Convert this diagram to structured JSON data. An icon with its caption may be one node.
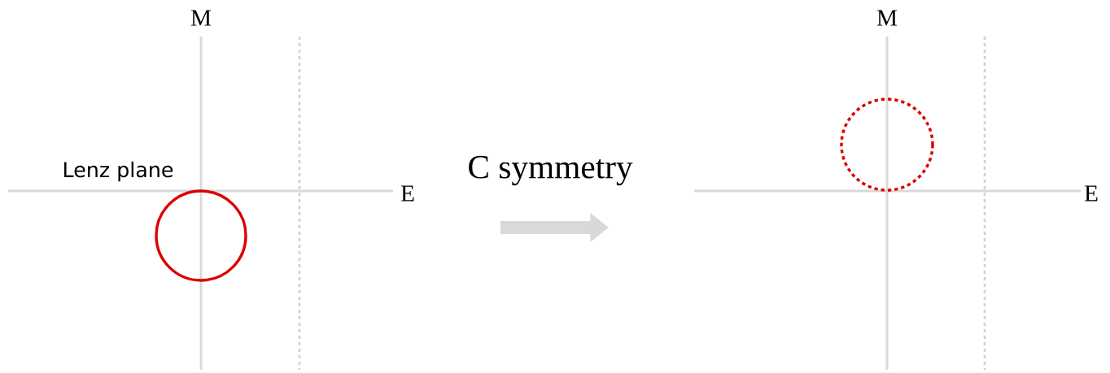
{
  "diagram": {
    "labels": [
      "M",
      "Lenz plane",
      "E",
      "C symmetry",
      "M",
      "E"
    ]
  }
}
